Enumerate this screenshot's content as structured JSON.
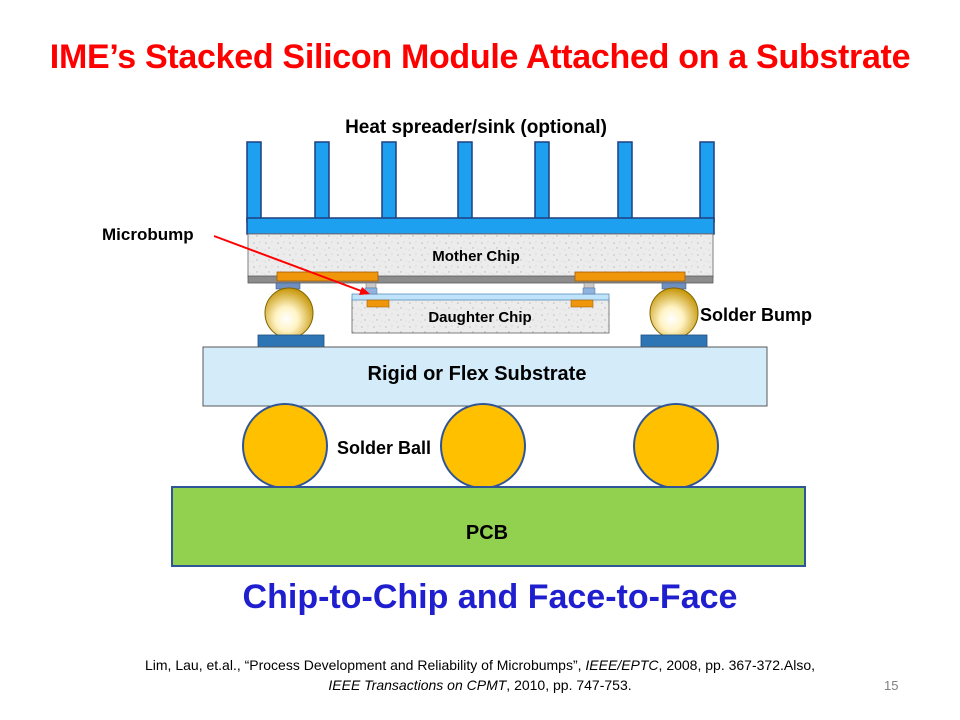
{
  "slide": {
    "title": "IME’s Stacked Silicon Module  Attached on a Substrate",
    "subtitle": "Chip-to-Chip and Face-to-Face",
    "page_number": "15"
  },
  "labels": {
    "heat_sink": "Heat spreader/sink (optional)",
    "microbump": "Microbump",
    "mother_chip": "Mother Chip",
    "daughter_chip": "Daughter Chip",
    "solder_bump": "Solder Bump",
    "substrate": "Rigid or Flex Substrate",
    "solder_ball": "Solder Ball",
    "pcb": "PCB"
  },
  "citation": {
    "part1": "Lim, Lau, et.al., “Process Development and Reliability of Microbumps”, ",
    "journal1": "IEEE/EPTC",
    "part2": ", 2008, pp. 367-372.Also,",
    "journal2": "IEEE Transactions on CPMT",
    "part3": ", 2010, pp. 747-753."
  },
  "colors": {
    "title": "#ff0000",
    "subtitle": "#1f1fcf",
    "heat_sink": "#1ea0f0",
    "substrate": "#d4ecfa",
    "solder_ball": "#ffc000",
    "pcb": "#92d050",
    "pad": "#f0960a",
    "arrow": "#ff0000"
  }
}
